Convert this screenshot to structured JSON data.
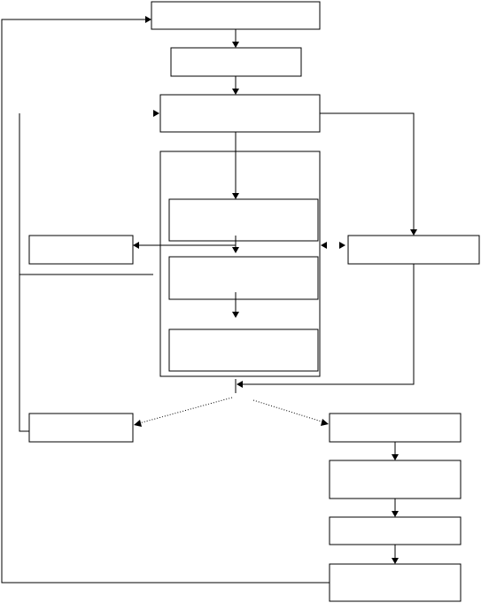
{
  "diagram": {
    "title": "",
    "nodes": [
      {
        "id": "n1",
        "label": ""
      },
      {
        "id": "n2",
        "label": ""
      },
      {
        "id": "n3",
        "label": ""
      },
      {
        "id": "n4",
        "label": ""
      },
      {
        "id": "n5",
        "label": ""
      },
      {
        "id": "n6",
        "label": ""
      },
      {
        "id": "n7",
        "label": ""
      },
      {
        "id": "n8",
        "label": ""
      },
      {
        "id": "n9",
        "label": ""
      },
      {
        "id": "n10",
        "label": ""
      },
      {
        "id": "n11",
        "label": ""
      },
      {
        "id": "n12",
        "label": ""
      },
      {
        "id": "n13",
        "label": ""
      },
      {
        "id": "n14",
        "label": ""
      }
    ],
    "edges": [
      {
        "from": "n1",
        "to": "n2"
      },
      {
        "from": "n2",
        "to": "n3"
      },
      {
        "from": "n3",
        "to": "n4"
      },
      {
        "from": "n3",
        "to": "n8"
      },
      {
        "from": "n4",
        "to": "n5"
      },
      {
        "from": "n5",
        "to": "n6"
      },
      {
        "from": "n4",
        "to": "n7"
      },
      {
        "from": "n8",
        "to": "group"
      },
      {
        "from": "group",
        "to": "n9",
        "style": "dotted"
      },
      {
        "from": "group",
        "to": "n10",
        "style": "dotted"
      },
      {
        "from": "n10",
        "to": "n11"
      },
      {
        "from": "n11",
        "to": "n12"
      },
      {
        "from": "n12",
        "to": "n13"
      },
      {
        "from": "n13",
        "to": "n1"
      },
      {
        "from": "n9",
        "to": "n3"
      }
    ]
  }
}
